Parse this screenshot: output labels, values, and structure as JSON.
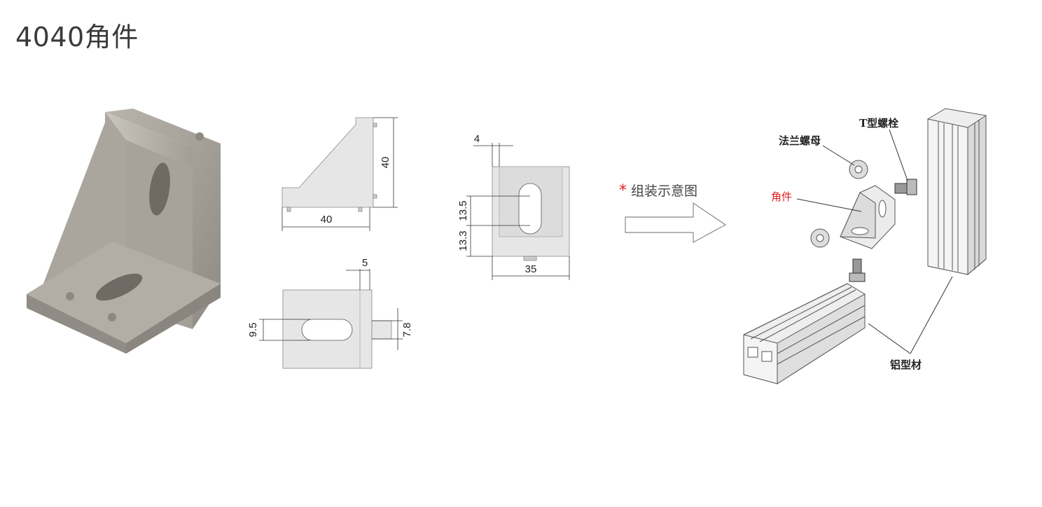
{
  "title": "4040角件",
  "dimensions": {
    "side_height": "40",
    "side_width": "40",
    "top_slot_spacing": "5",
    "top_slot_height": "9.5",
    "top_boss": "7.8",
    "front_offset": "4",
    "front_slot_length": "13.5",
    "front_bottom": "13.3",
    "front_width": "35"
  },
  "assembly": {
    "heading": "组装示意图",
    "star": "*",
    "labels": {
      "t_bolt": "T型螺栓",
      "flange_nut": "法兰螺母",
      "bracket": "角件",
      "profile": "铝型材"
    }
  },
  "colors": {
    "metal": "#a8a49c",
    "drawing_fill": "#e6e6e6",
    "accent_red": "#e02020"
  }
}
